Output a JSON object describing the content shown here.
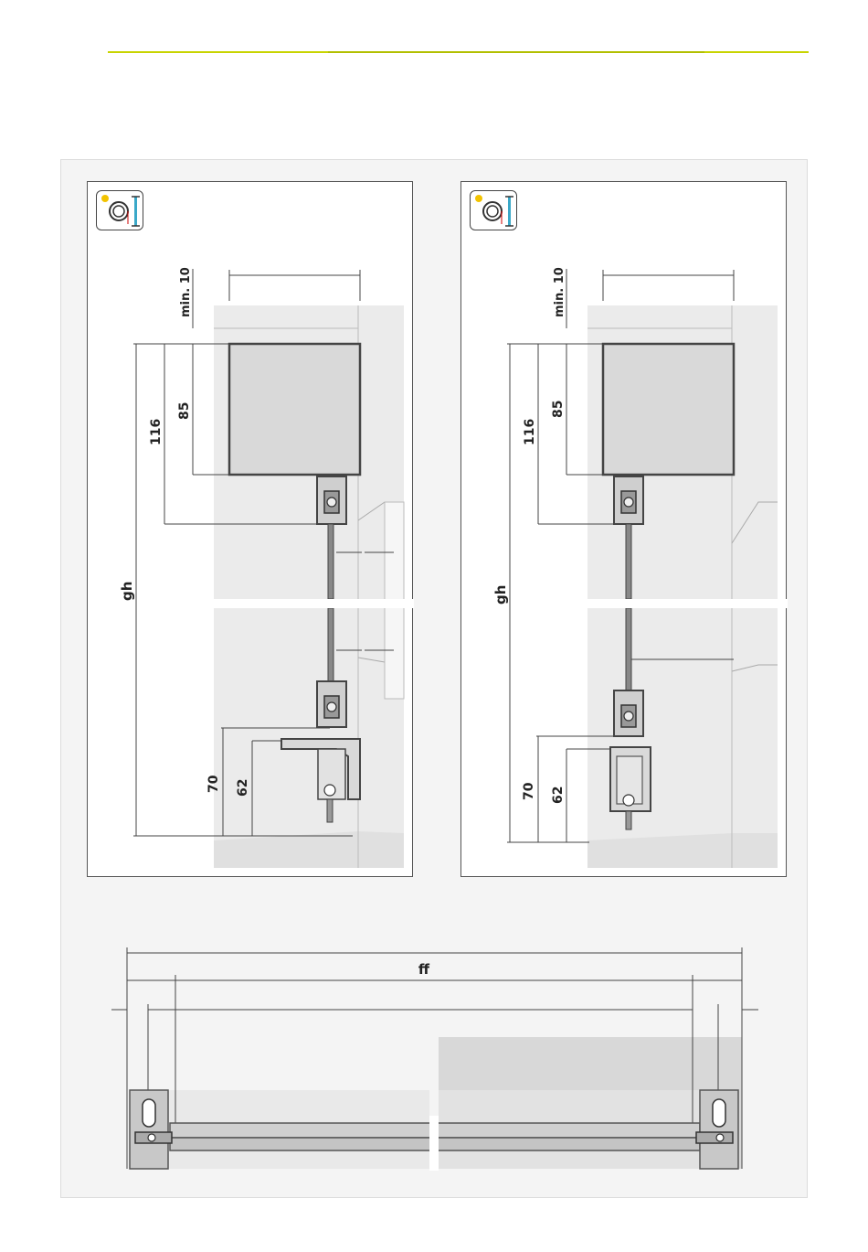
{
  "brand": {
    "accent": "#c8d400",
    "line_dark": "#b2bf00"
  },
  "left_panel": {
    "icon": "sun-shade-window-icon",
    "dims": {
      "min": "min. 10",
      "d85": "85",
      "d116": "116",
      "gh": "gh",
      "d70": "70",
      "d62": "62"
    }
  },
  "right_panel": {
    "icon": "sun-shade-window-icon",
    "dims": {
      "min": "min. 10",
      "d85": "85",
      "d116": "116",
      "gh": "gh",
      "d70": "70",
      "d62": "62"
    }
  },
  "bottom_view": {
    "ff": "ff"
  }
}
